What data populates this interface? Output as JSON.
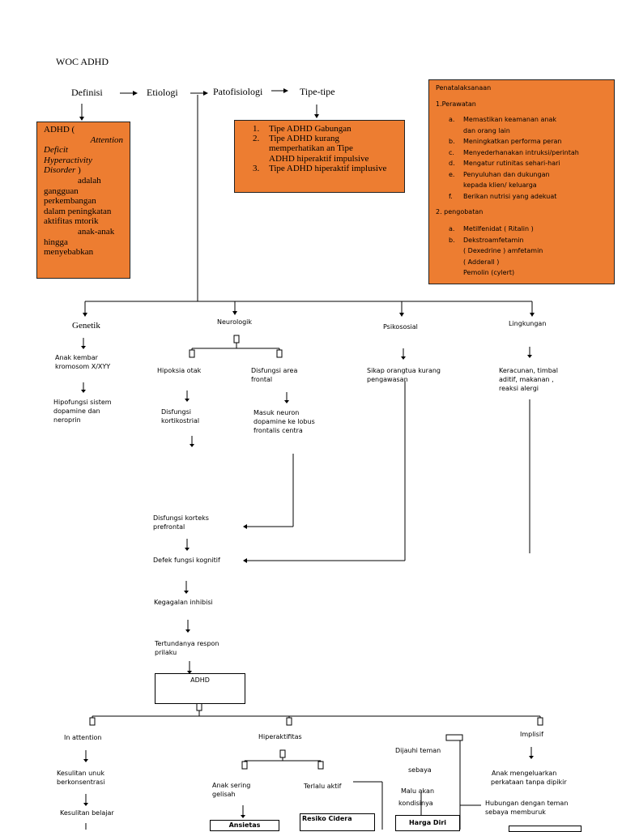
{
  "title": "WOC ADHD",
  "top_row": {
    "definisi": "Definisi",
    "etiologi": "Etiologi",
    "patofisiologi": "Patofisiologi",
    "tipe": "Tipe-tipe"
  },
  "arrow_right": "→",
  "arrow_down": "↓",
  "definisi_box": {
    "line1": "ADHD  (",
    "italic": [
      "Attention",
      "Deficit",
      "Hyperactivity",
      "Disorder"
    ],
    "close": ")",
    "rest": [
      "adalah",
      "gangguan",
      "perkembangan",
      "dalam peningkatan",
      "aktifitas mtorik",
      "anak-anak",
      "hingga",
      "menyebabkan"
    ]
  },
  "tipe_box": {
    "items": [
      "Tipe ADHD Gabungan",
      "Tipe ADHD kurang",
      "memperhatikan an Tipe",
      "ADHD hiperaktif impulsive",
      "Tipe ADHD hiperaktif implusive"
    ],
    "numbers": [
      "1.",
      "2.",
      "3."
    ]
  },
  "penatalaksanaan": {
    "title": "Penatalaksanaan",
    "perawatan_title": "1.Perawatan",
    "perawatan": [
      {
        "k": "a.",
        "t": "Memastikan keamanan anak"
      },
      {
        "k": "",
        "t": "dan orang lain"
      },
      {
        "k": "b.",
        "t": "Meningkatkan performa peran"
      },
      {
        "k": "c.",
        "t": "Menyederhanakan intruksi/perintah"
      },
      {
        "k": "d.",
        "t": "Mengatur rutinitas sehari-hari"
      },
      {
        "k": "e.",
        "t": "Penyuluhan dan dukungan"
      },
      {
        "k": "",
        "t": "kepada klien/ keluarga"
      },
      {
        "k": "f.",
        "t": "Berikan nutrisi yang adekuat"
      }
    ],
    "pengobatan_title": "2. pengobatan",
    "pengobatan": [
      {
        "k": "a.",
        "t": "Metilfenidat ( Ritalin )"
      },
      {
        "k": "b.",
        "t": "Dekstroamfetamin"
      },
      {
        "k": "",
        "t": "( Dexedrine ) amfetamin"
      },
      {
        "k": "",
        "t": "( Adderall )"
      },
      {
        "k": "",
        "t": "Pemolin (cylert)"
      }
    ]
  },
  "causes": {
    "genetik": "Genetik",
    "neurologik": "Neurologik",
    "psikososial": "Psikososial",
    "lingkungan": "Lingkungan"
  },
  "genetik_col": {
    "a": [
      "Anak kembar",
      "kromosom X/XYY"
    ],
    "b": [
      "Hipofungsi sistem",
      "dopamine dan",
      "neroprin"
    ]
  },
  "neuro_col": {
    "hipoksia": "Hipoksia otak",
    "disfungsi_area": [
      "Disfungsi area",
      "frontal"
    ],
    "disfungsi_korti": [
      "Disfungsi",
      "kortikostrial"
    ],
    "masuk_neuron": [
      "Masuk neuron",
      "dopamine ke lobus",
      "frontalis centra"
    ]
  },
  "psiko_col": [
    "Sikap orangtua kurang",
    "pengawasan"
  ],
  "ling_col": [
    "Keracunan, timbal",
    "aditif, makanan ,",
    "reaksi alergi"
  ],
  "center_chain": {
    "korteks": [
      "Disfungsi korteks",
      "prefrontal"
    ],
    "defek": "Defek fungsi kognitif",
    "kegagalan": "Kegagalan inhibisi",
    "tertunda": [
      "Tertundanya respon",
      "prilaku"
    ],
    "adhd": "ADHD"
  },
  "symptoms": {
    "inattention": "In attention",
    "hiperaktifitas": "Hiperaktifitas",
    "implisif": "Implisif"
  },
  "inattention_col": {
    "a": [
      "Kesulitan unuk",
      "berkonsentrasi"
    ],
    "b": "Kesulitan belajar"
  },
  "hiper_col": {
    "gelisah": [
      "Anak sering",
      "gelisah"
    ],
    "aktif": "Terlalu aktif",
    "ansietas": "Ansietas",
    "cidera": "Resiko Cidera"
  },
  "social_col": {
    "dijauhi": "Dijauhi teman",
    "sebaya": "sebaya",
    "malu": "Malu akan",
    "kondisi": "kondisinya",
    "harga": "Harga Diri"
  },
  "implisif_col": {
    "a": [
      "Anak mengeluarkan",
      "perkataan tanpa dipikir"
    ],
    "b": [
      "Hubungan dengan teman",
      "sebaya memburuk"
    ]
  }
}
